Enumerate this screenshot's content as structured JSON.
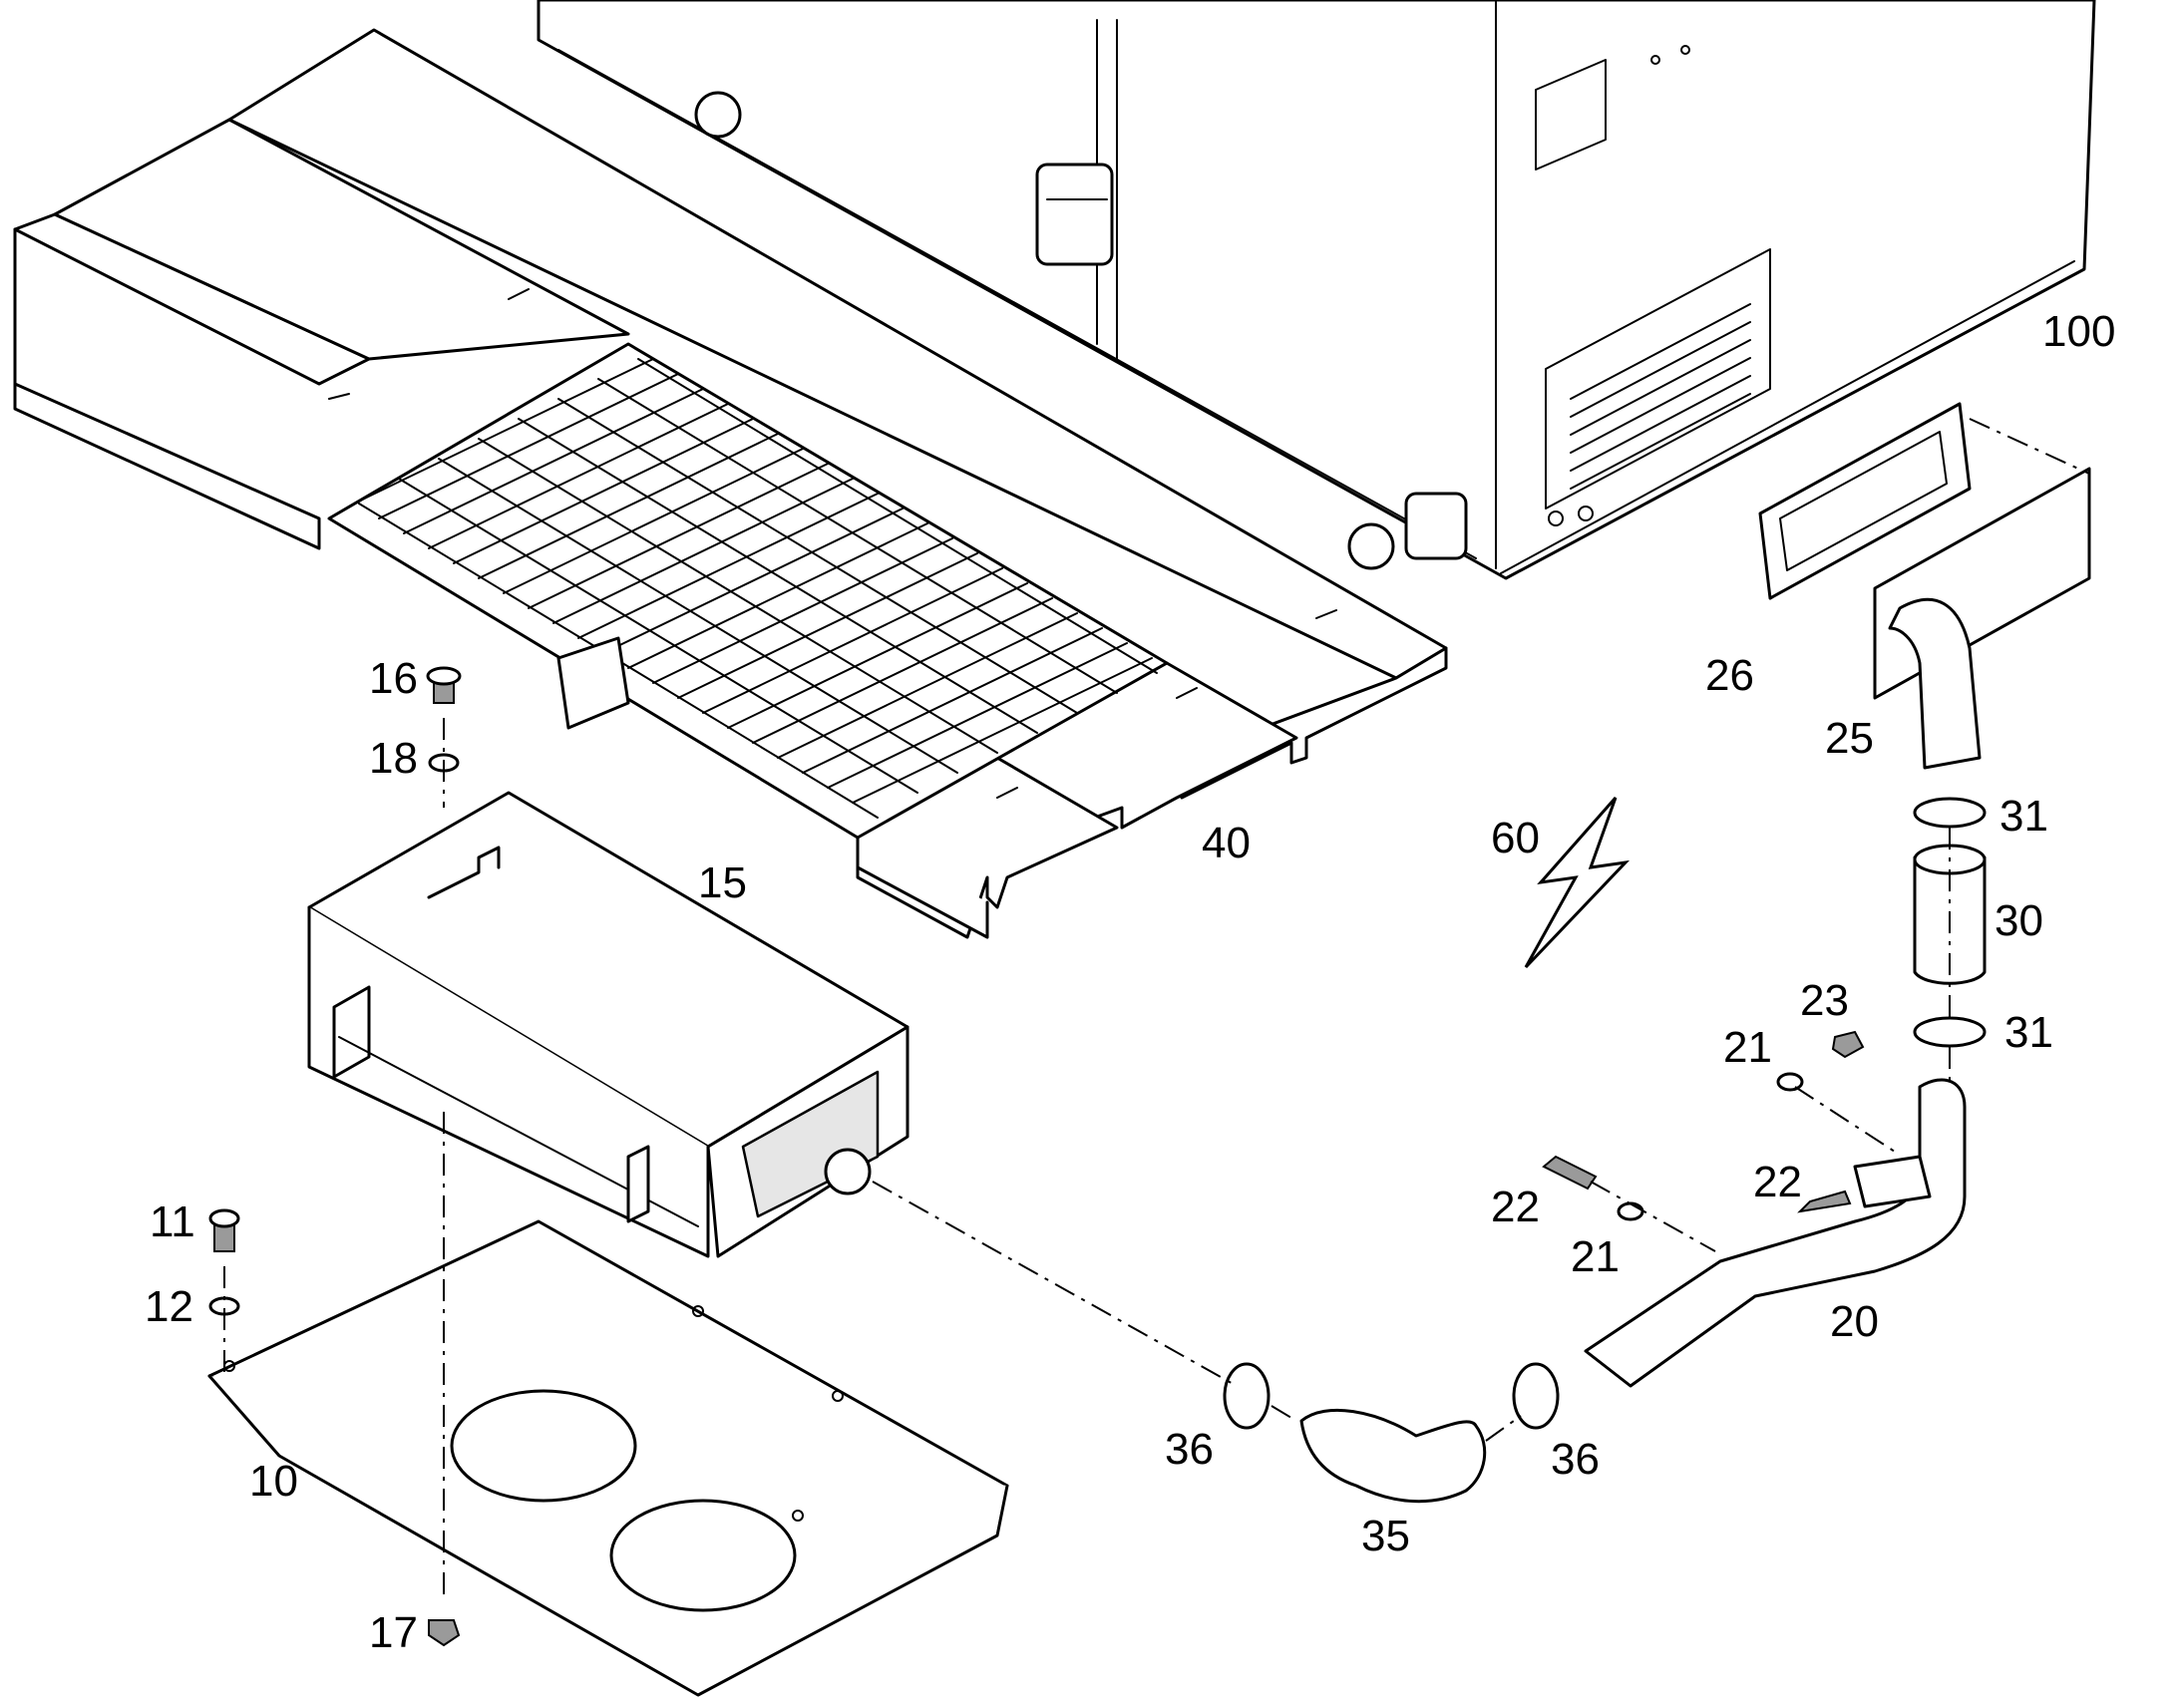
{
  "diagram": {
    "callouts": {
      "c100": "100",
      "c26": "26",
      "c25": "25",
      "c31a": "31",
      "c30": "30",
      "c31b": "31",
      "c23": "23",
      "c21a": "21",
      "c22a": "22",
      "c22b": "22",
      "c21b": "21",
      "c20": "20",
      "c60": "60",
      "c40": "40",
      "c15": "15",
      "c16": "16",
      "c18": "18",
      "c11": "11",
      "c12": "12",
      "c10": "10",
      "c17": "17",
      "c36a": "36",
      "c36b": "36",
      "c35": "35"
    }
  }
}
